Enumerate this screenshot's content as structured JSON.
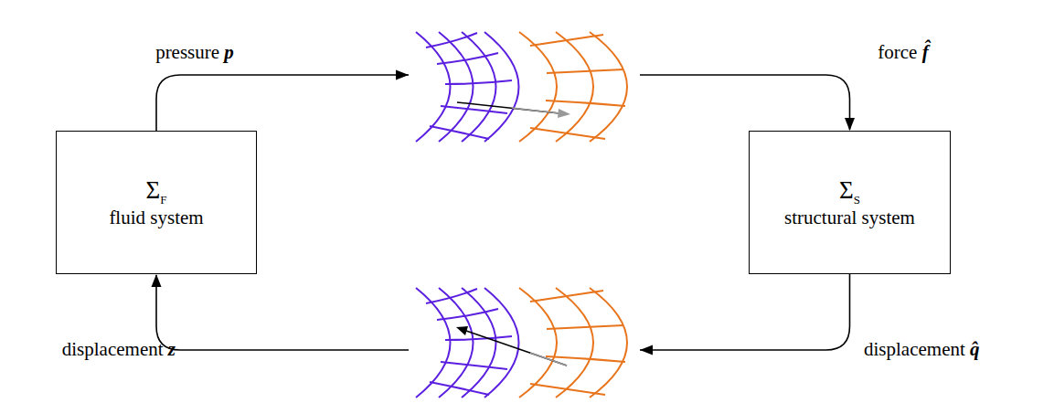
{
  "diagram": {
    "nodes": [
      {
        "text": [
          "ΣF",
          "fluid system"
        ]
      },
      {
        "text": [
          "ΣS",
          "structural system"
        ]
      }
    ],
    "edges": [
      {
        "from": 0,
        "to": 1,
        "arrow": "to"
      },
      {
        "from": 1,
        "to": 0,
        "arrow": "to"
      }
    ],
    "labels": [
      "pressure p",
      "force f̂",
      "displacement q̂",
      "displacement z"
    ]
  }
}
